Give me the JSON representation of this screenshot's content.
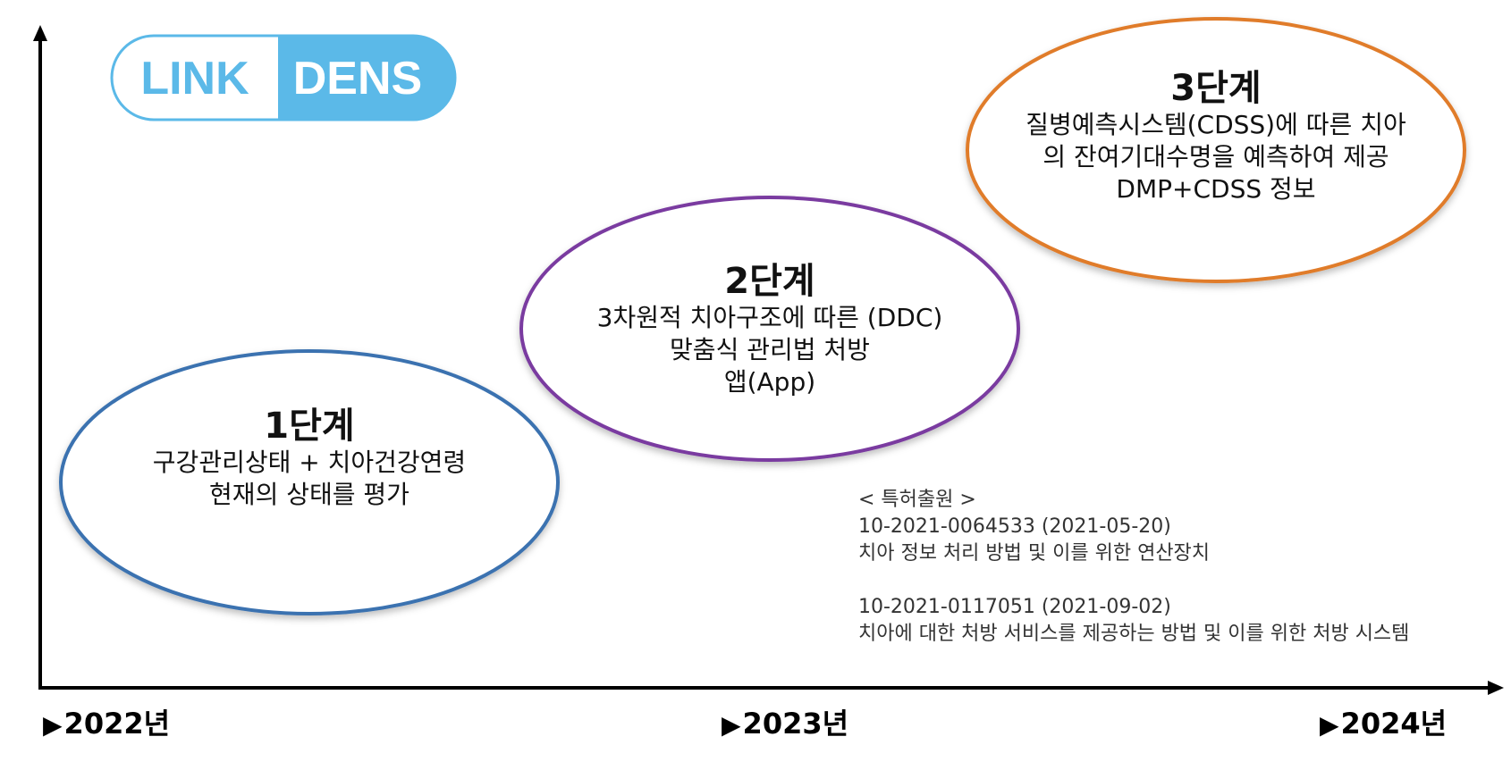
{
  "logo": {
    "left_text": "LINK",
    "right_text": "DENS",
    "color": "#5bb9e8"
  },
  "stages": [
    {
      "title": "1단계",
      "lines": [
        "구강관리상태 + 치아건강연령",
        "현재의 상태를 평가"
      ],
      "color": "#3b72b0"
    },
    {
      "title": "2단계",
      "lines": [
        "3차원적 치아구조에 따른 (DDC)",
        "맞춤식 관리법 처방",
        "앱(App)"
      ],
      "color": "#7a3aa0"
    },
    {
      "title": "3단계",
      "lines": [
        "질병예측시스템(CDSS)에 따른 치아",
        "의 잔여기대수명을 예측하여 제공",
        "DMP+CDSS 정보"
      ],
      "color": "#e07b2a"
    }
  ],
  "patents": {
    "heading": "< 특허출원 >",
    "items": [
      {
        "number": "10-2021-0064533 (2021-05-20)",
        "title": "치아 정보 처리 방법 및 이를 위한 연산장치"
      },
      {
        "number": "10-2021-0117051 (2021-09-02)",
        "title": "치아에 대한 처방 서비스를 제공하는 방법 및 이를 위한 처방 시스템"
      }
    ]
  },
  "timeline": {
    "marker": "▶",
    "years": [
      "2022년",
      "2023년",
      "2024년"
    ]
  }
}
